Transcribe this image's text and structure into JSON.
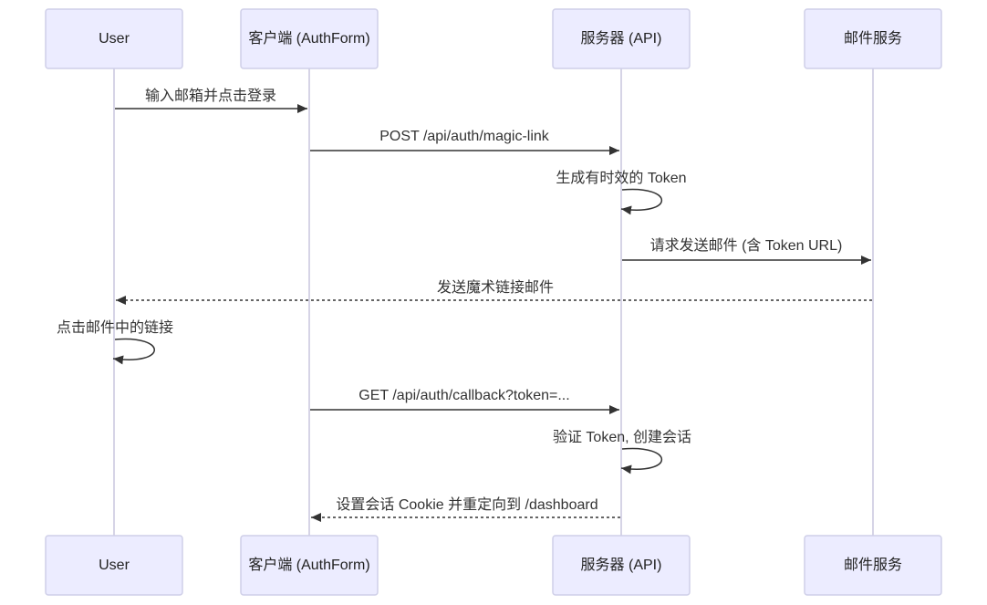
{
  "participants": [
    {
      "id": "user",
      "label": "User"
    },
    {
      "id": "client",
      "label": "客户端 (AuthForm)"
    },
    {
      "id": "server",
      "label": "服务器 (API)"
    },
    {
      "id": "mail",
      "label": "邮件服务"
    }
  ],
  "messages": [
    {
      "from": "user",
      "to": "client",
      "label": "输入邮箱并点击登录",
      "style": "solid"
    },
    {
      "from": "client",
      "to": "server",
      "label": "POST /api/auth/magic-link",
      "style": "solid"
    },
    {
      "from": "server",
      "to": "server",
      "label": "生成有时效的 Token",
      "style": "solid"
    },
    {
      "from": "server",
      "to": "mail",
      "label": "请求发送邮件 (含 Token URL)",
      "style": "solid"
    },
    {
      "from": "mail",
      "to": "user",
      "label": "发送魔术链接邮件",
      "style": "dashed"
    },
    {
      "from": "user",
      "to": "user",
      "label": "点击邮件中的链接",
      "style": "solid"
    },
    {
      "from": "client",
      "to": "server",
      "label": "GET /api/auth/callback?token=...",
      "style": "solid"
    },
    {
      "from": "server",
      "to": "server",
      "label": "验证 Token, 创建会话",
      "style": "solid"
    },
    {
      "from": "server",
      "to": "client",
      "label": "设置会话 Cookie 并重定向到 /dashboard",
      "style": "dashed"
    }
  ]
}
